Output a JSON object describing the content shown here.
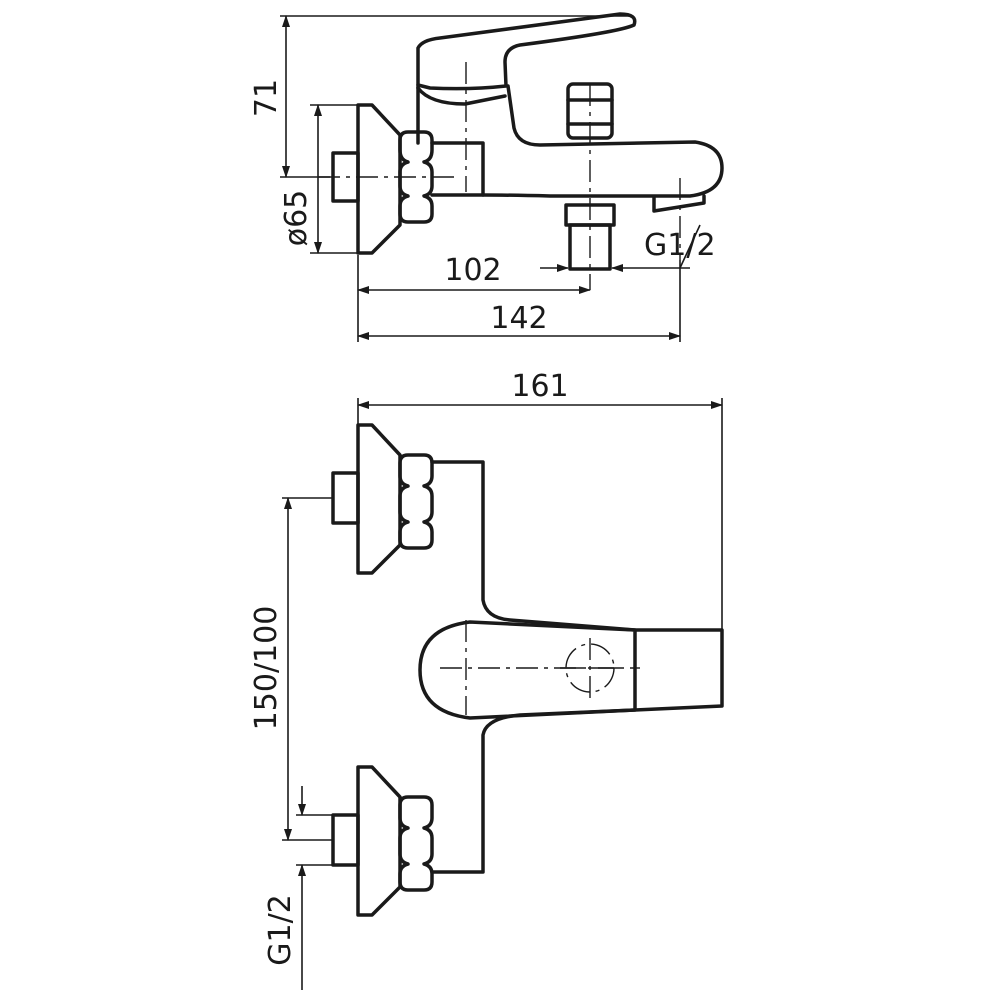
{
  "side_view": {
    "dimensions": {
      "height_top": "71",
      "flange_diameter": "ø65",
      "outlet_thread": "G1/2",
      "to_diverter": "102",
      "to_spout": "142"
    }
  },
  "front_view": {
    "dimensions": {
      "overall_width": "161",
      "center_distance": "150/100",
      "inlet_thread": "G1/2"
    }
  }
}
